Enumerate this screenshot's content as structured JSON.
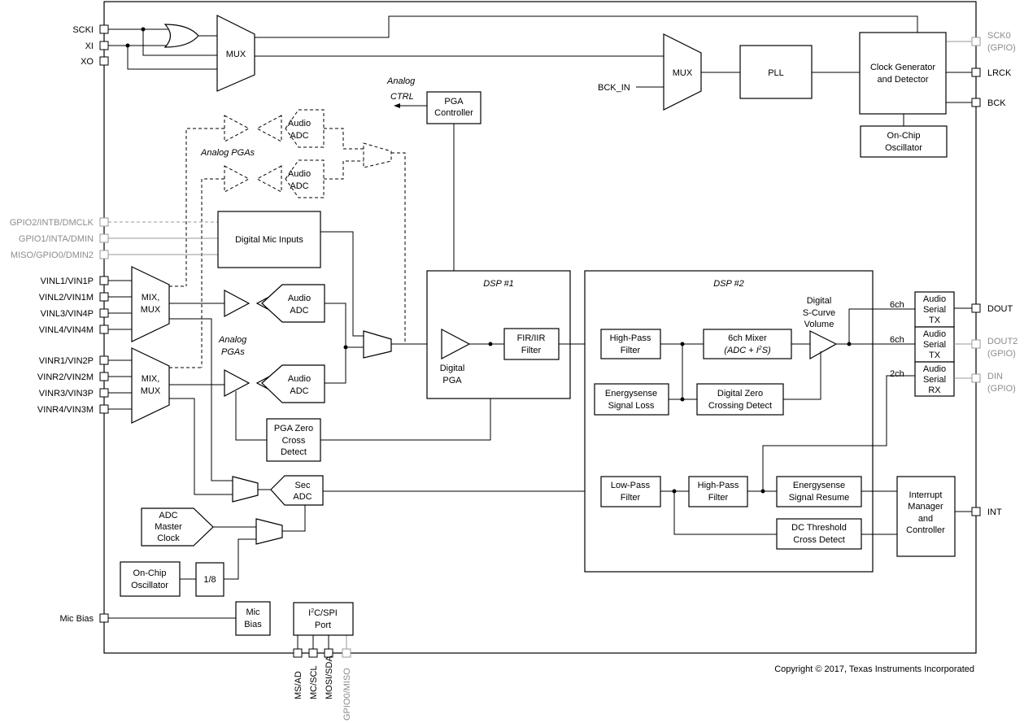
{
  "pins_left": {
    "scki": "SCKI",
    "xi": "XI",
    "xo": "XO",
    "gpio2": "GPIO2/INTB/DMCLK",
    "gpio1": "GPIO1/INTA/DMIN",
    "miso": "MISO/GPIO0/DMIN2",
    "vinl1": "VINL1/VIN1P",
    "vinl2": "VINL2/VIN1M",
    "vinl3": "VINL3/VIN4P",
    "vinl4": "VINL4/VIN4M",
    "vinr1": "VINR1/VIN2P",
    "vinr2": "VINR2/VIN2M",
    "vinr3": "VINR3/VIN3P",
    "vinr4": "VINR4/VIN3M",
    "micbias": "Mic Bias"
  },
  "pins_right": {
    "sck0": "SCK0",
    "sck0_sub": "(GPIO)",
    "lrck": "LRCK",
    "bck": "BCK",
    "dout": "DOUT",
    "dout2": "DOUT2",
    "dout2_sub": "(GPIO)",
    "din": "DIN",
    "din_sub": "(GPIO)",
    "int": "INT"
  },
  "pins_bottom": {
    "msad": "MS/AD",
    "mcscl": "MC/SCL",
    "mosisda": "MOSI/SDA",
    "gpio0miso": "GPIO0/MISO"
  },
  "blocks": {
    "mux_top": "MUX",
    "mux_pll": "MUX",
    "bck_in": "BCK_IN",
    "pll": "PLL",
    "clockgen_1": "Clock Generator",
    "clockgen_2": "and Detector",
    "onchip_osc_top_1": "On-Chip",
    "onchip_osc_top_2": "Oscillator",
    "analog_ctrl_1": "Analog",
    "analog_ctrl_2": "CTRL",
    "pga_ctrl_1": "PGA",
    "pga_ctrl_2": "Controller",
    "audio_adc_label_1": "Audio",
    "audio_adc_label_2": "ADC",
    "analog_pgas_top": "Analog PGAs",
    "analog_pgas_mid_1": "Analog",
    "analog_pgas_mid_2": "PGAs",
    "digital_mic": "Digital Mic Inputs",
    "mixmux_1": "MIX,",
    "mixmux_2": "MUX",
    "pga_zero_1": "PGA Zero",
    "pga_zero_2": "Cross",
    "pga_zero_3": "Detect",
    "sec_adc_1": "Sec",
    "sec_adc_2": "ADC",
    "adc_master_1": "ADC",
    "adc_master_2": "Master",
    "adc_master_3": "Clock",
    "onchip_osc_bot_1": "On-Chip",
    "onchip_osc_bot_2": "Oscillator",
    "div8": "1/8",
    "mic_bias_1": "Mic",
    "mic_bias_2": "Bias",
    "i2c_1": "I",
    "i2c_sup": "2",
    "i2c_2": "C/SPI",
    "i2c_3": "Port",
    "dsp1": "DSP #1",
    "digital_pga_1": "Digital",
    "digital_pga_2": "PGA",
    "fir_1": "FIR/IIR",
    "fir_2": "Filter",
    "dsp2": "DSP #2",
    "hpf_1": "High-Pass",
    "hpf_2": "Filter",
    "mixer_1": "6ch Mixer",
    "mixer_2a": "(ADC + I",
    "mixer_sup": "2",
    "mixer_2b": "S)",
    "scurve_1": "Digital",
    "scurve_2": "S-Curve",
    "scurve_3": "Volume",
    "eloss_1": "Energysense",
    "eloss_2": "Signal Loss",
    "dzc_1": "Digital Zero",
    "dzc_2": "Crossing Detect",
    "lpf_1": "Low-Pass",
    "lpf_2": "Filter",
    "hpf2_1": "High-Pass",
    "hpf2_2": "Filter",
    "eres_1": "Energysense",
    "eres_2": "Signal Resume",
    "dcth_1": "DC Threshold",
    "dcth_2": "Cross Detect",
    "ast_1": "Audio",
    "ast_2": "Serial",
    "ast_3": "TX",
    "asr_3": "RX",
    "ch6a": "6ch",
    "ch6b": "6ch",
    "ch2": "2ch",
    "int_1": "Interrupt",
    "int_2": "Manager",
    "int_3": "and",
    "int_4": "Controller"
  },
  "copyright": "Copyright © 2017, Texas Instruments Incorporated",
  "colors": {
    "line": "#000000",
    "gpio_pin": "#9a9a9a",
    "background": "#ffffff"
  }
}
